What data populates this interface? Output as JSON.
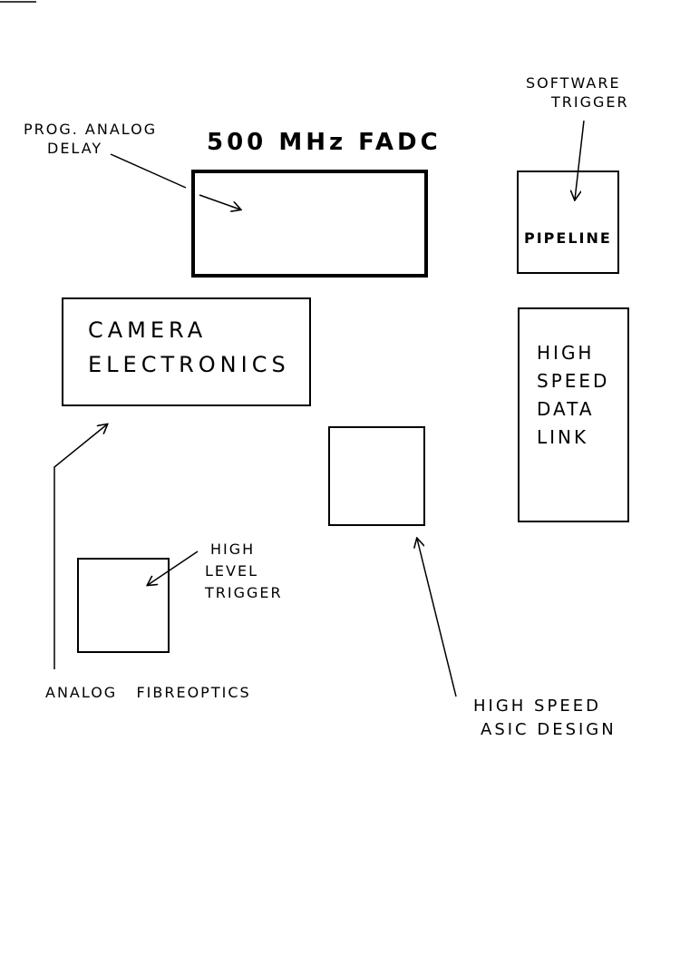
{
  "labels": {
    "fadc_title": "500 MHz FADC",
    "prog_analog_delay": [
      "PROG. ANALOG",
      "DELAY"
    ],
    "software_trigger": [
      "SOFTWARE",
      "TRIGGER"
    ],
    "pipeline": "PIPELINE",
    "camera_electronics": [
      "CAMERA",
      "ELECTRONICS"
    ],
    "high_speed_data_link": [
      "HIGH",
      "SPEED",
      "DATA",
      "LINK"
    ],
    "high_level_trigger": [
      "HIGH",
      "LEVEL",
      "TRIGGER"
    ],
    "analog_fibreoptics": "ANALOG   FIBREOPTICS",
    "high_speed_asic_design": [
      "HIGH SPEED",
      "ASIC DESIGN"
    ]
  }
}
